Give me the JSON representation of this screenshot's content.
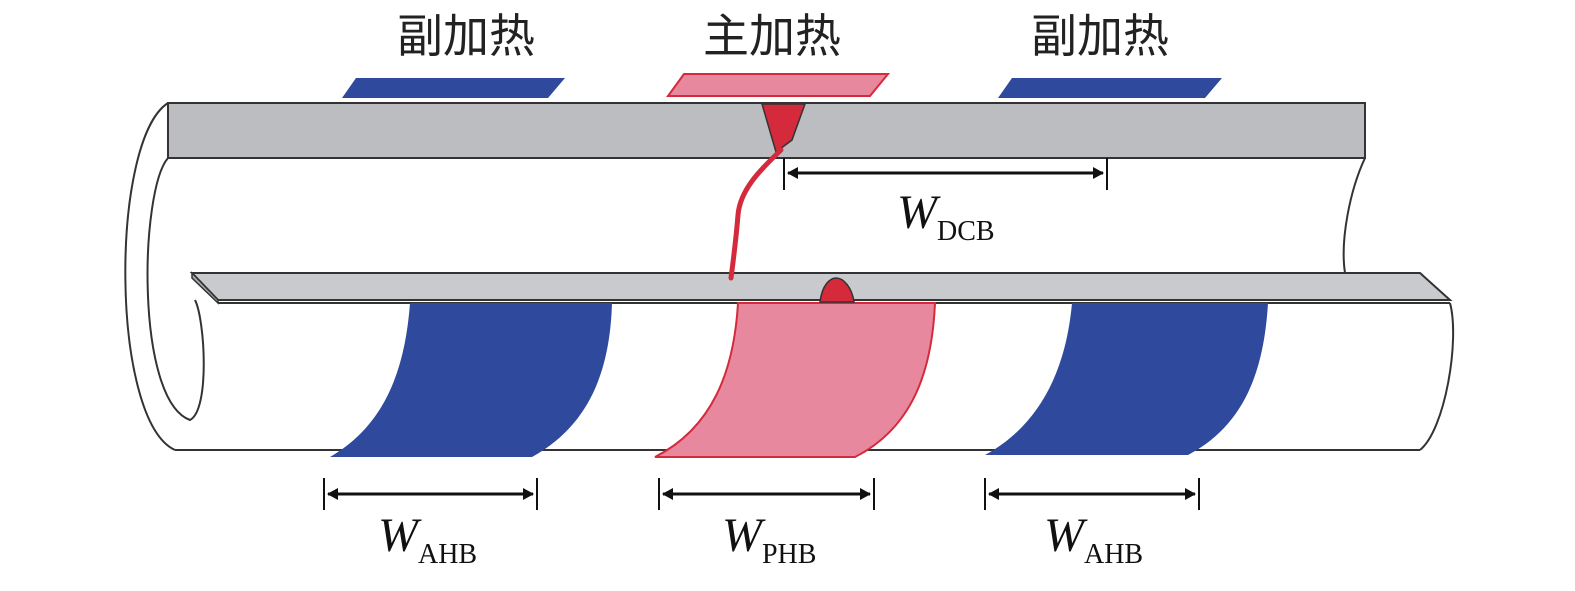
{
  "labels": {
    "left_heater": "副加热",
    "center_heater": "主加热",
    "right_heater": "副加热"
  },
  "dimensions": {
    "dcb": {
      "symbol": "W",
      "subscript": "DCB"
    },
    "ahb_left": {
      "symbol": "W",
      "subscript": "AHB"
    },
    "phb": {
      "symbol": "W",
      "subscript": "PHB"
    },
    "ahb_right": {
      "symbol": "W",
      "subscript": "AHB"
    }
  },
  "colors": {
    "auxiliary_heater": "#2f4a9c",
    "primary_heater_fill": "#e8889e",
    "primary_heater_edge": "#d42a3c",
    "crack_and_weld": "#d42a3c",
    "wall_section": "#bcbdc0",
    "outline": "#333333",
    "arrow": "#111111"
  }
}
